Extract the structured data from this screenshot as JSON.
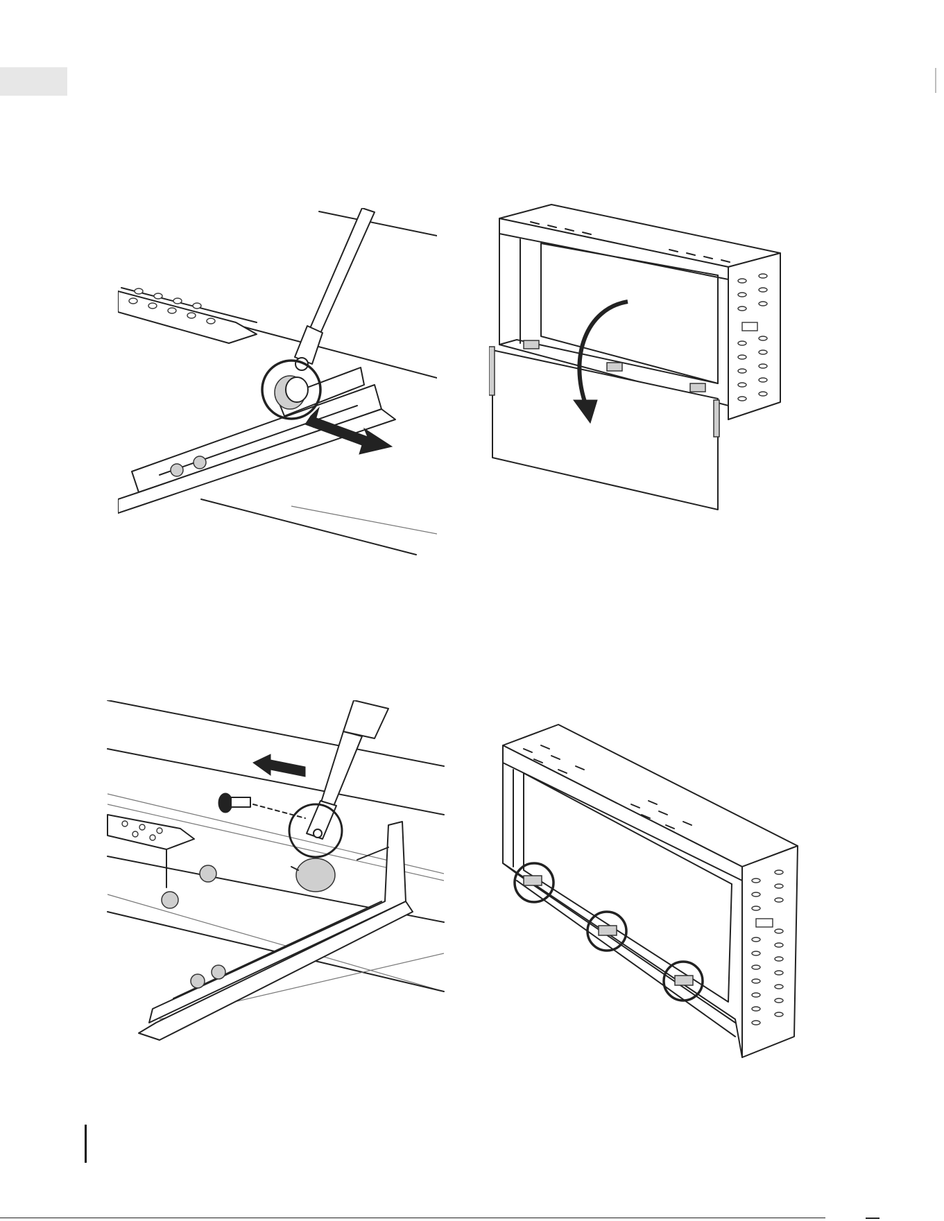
{
  "figures": [
    {
      "icon": "screwdriver-loosen-knob-icon",
      "markers": {
        "circles": 1,
        "arrows": 1
      }
    },
    {
      "icon": "fireplace-open-door-icon",
      "markers": {
        "arrows": 1
      }
    },
    {
      "icon": "screwdriver-remove-screw-icon",
      "markers": {
        "circles": 1,
        "arrows": 1
      }
    },
    {
      "icon": "fireplace-hinge-locations-icon",
      "markers": {
        "circles": 3
      }
    }
  ],
  "colors": {
    "line": "#222222",
    "tab_marker": "#e7e7e7",
    "background": "#ffffff"
  }
}
